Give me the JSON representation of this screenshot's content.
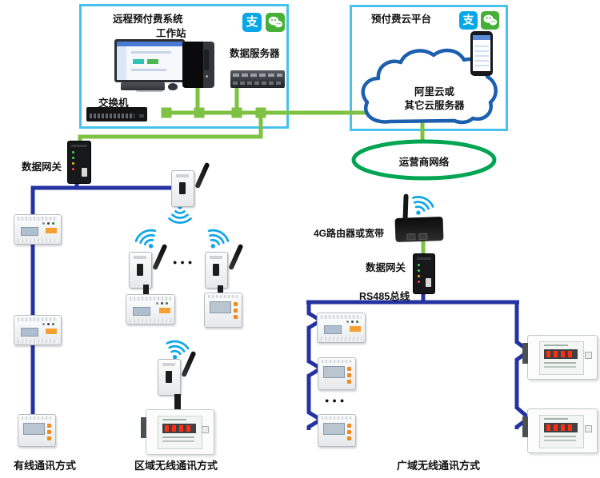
{
  "colors": {
    "panel_border": "#47C2EC",
    "lan_green": "#7DC242",
    "topology_blue": "#2533A2",
    "carrier_green": "#00A551",
    "cloud_blue": "#1C5FAE",
    "wifi_blue": "#0EA6E9",
    "alipay_blue": "#06A7E9",
    "wechat_green": "#45B035"
  },
  "workstation_panel": {
    "title_line1": "远程预付费系统",
    "title_line2": "工作站",
    "data_server_label": "数据服务器",
    "switch_label": "交换机"
  },
  "cloud_panel": {
    "title": "预付费云平台",
    "cloud_label_line1": "阿里云或",
    "cloud_label_line2": "其它云服务器"
  },
  "network": {
    "carrier_label": "运营商网络",
    "left_gateway_label": "数据网关",
    "router_label": "4G路由器或宽带",
    "right_gateway_label": "数据网关",
    "rs485_label": "RS485总线"
  },
  "footers": {
    "wired": "有线通讯方式",
    "regional_wireless": "区域无线通讯方式",
    "wide_area_wireless": "广域无线通讯方式"
  },
  "icons": {
    "alipay_glyph": "支",
    "ellipsis_dots": "●●●"
  }
}
